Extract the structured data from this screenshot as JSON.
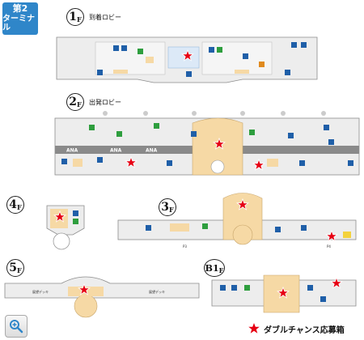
{
  "badge": {
    "line1": "第2",
    "line2": "ターミナル"
  },
  "floors": {
    "f1": {
      "number": "1",
      "unit": "F",
      "label": "到着ロビー"
    },
    "f2": {
      "number": "2",
      "unit": "F",
      "label": "出発ロビー"
    },
    "f3": {
      "number": "3",
      "unit": "F"
    },
    "f4": {
      "number": "4",
      "unit": "F"
    },
    "f5": {
      "number": "5",
      "unit": "F"
    },
    "b1": {
      "number": "B1",
      "unit": "F"
    }
  },
  "map_labels": {
    "ana": "ANA",
    "p3": "P3",
    "p4": "P4",
    "obs_5f": "展望デッキ"
  },
  "legend": {
    "text": "ダブルチャンス応募箱",
    "star_color": "#e60012"
  },
  "colors": {
    "star": "#e60012",
    "badge": "#2f86c9",
    "floor_fill": "#ededed",
    "accent": "#f6d9a5"
  }
}
